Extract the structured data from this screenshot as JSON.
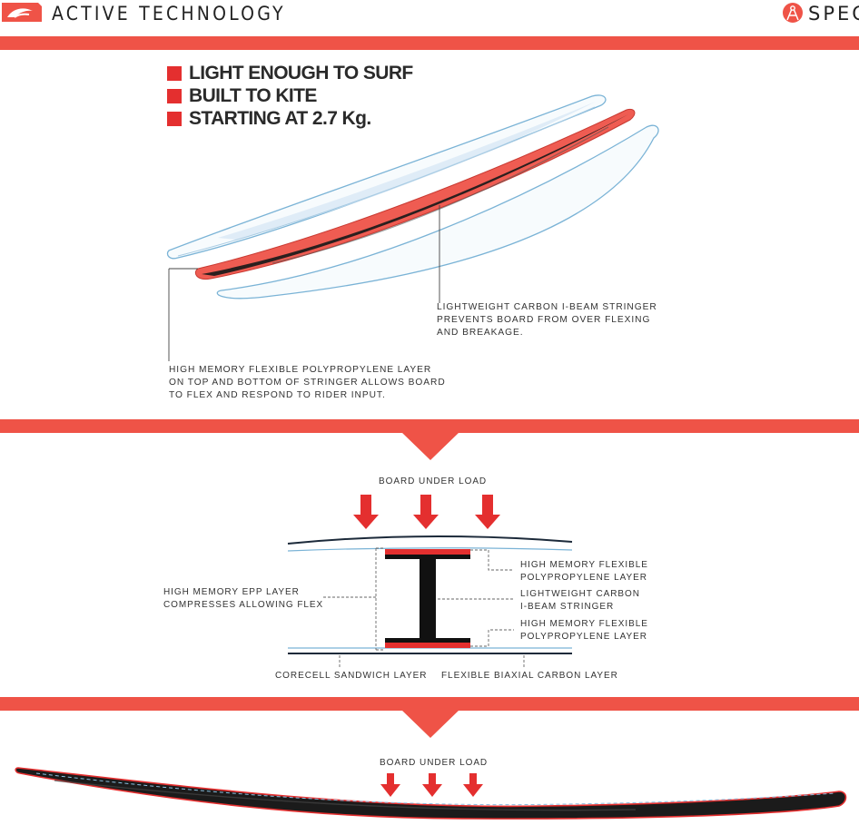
{
  "header": {
    "title": "ACTIVE TECHNOLOGY",
    "right_label": "SPEC",
    "logo_icon": "kite-logo-icon",
    "spec_icon": "caliper-icon",
    "accent": "#ef5347"
  },
  "features": [
    "LIGHT ENOUGH TO SURF",
    "BUILT TO KITE",
    "STARTING AT 2.7 Kg."
  ],
  "callouts": {
    "stringer": [
      "LIGHTWEIGHT CARBON I-BEAM STRINGER",
      "PREVENTS BOARD FROM OVER FLEXING",
      "AND BREAKAGE."
    ],
    "polypropylene": [
      "HIGH MEMORY FLEXIBLE POLYPROPYLENE LAYER",
      "ON TOP AND BOTTOM OF STRINGER ALLOWS BOARD",
      "TO FLEX AND RESPOND TO RIDER INPUT."
    ]
  },
  "cross_section": {
    "title": "BOARD UNDER LOAD",
    "epp": [
      "HIGH MEMORY EPP LAYER",
      "COMPRESSES ALLOWING FLEX"
    ],
    "top_layer": [
      "HIGH MEMORY FLEXIBLE",
      "POLYPROPYLENE LAYER"
    ],
    "stringer": [
      "LIGHTWEIGHT CARBON",
      "I-BEAM STRINGER"
    ],
    "bottom_layer": [
      "HIGH MEMORY FLEXIBLE",
      "POLYPROPYLENE LAYER"
    ],
    "corecell": "CORECELL SANDWICH LAYER",
    "biaxial": "FLEXIBLE BIAXIAL CARBON LAYER"
  },
  "flex_view": {
    "title": "BOARD UNDER LOAD"
  }
}
